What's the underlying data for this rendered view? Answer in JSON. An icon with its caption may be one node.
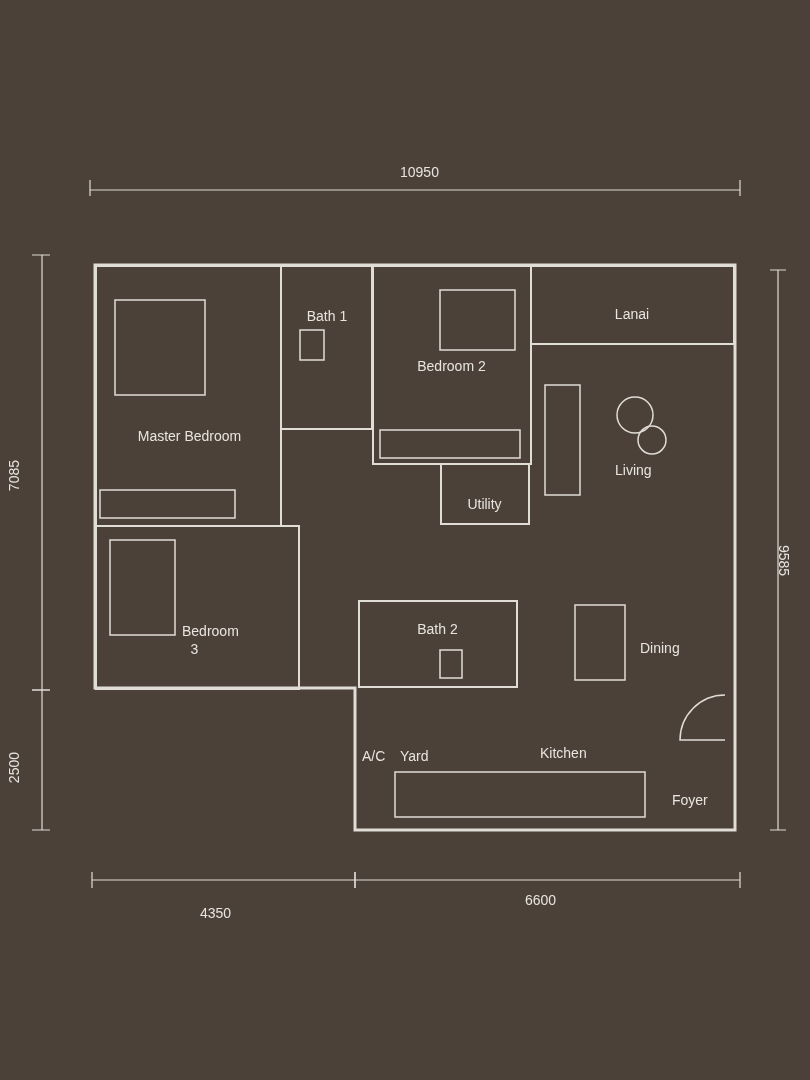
{
  "diagram": {
    "nodes": [
      {
        "text": [
          "Master Bedroom"
        ]
      },
      {
        "text": [
          "Bath 1"
        ]
      },
      {
        "text": [
          "Bedroom 2"
        ]
      },
      {
        "text": [
          "Lanai"
        ]
      },
      {
        "text": [
          "Utility"
        ]
      },
      {
        "text": [
          "Bedroom 3"
        ]
      },
      {
        "text": [
          "Bath 2"
        ]
      }
    ],
    "labels": [
      "10950",
      "7085",
      "9585",
      "Living",
      "Dining",
      "2500",
      "A/C",
      "Yard",
      "Kitchen",
      "Foyer",
      "4350",
      "6600"
    ]
  }
}
